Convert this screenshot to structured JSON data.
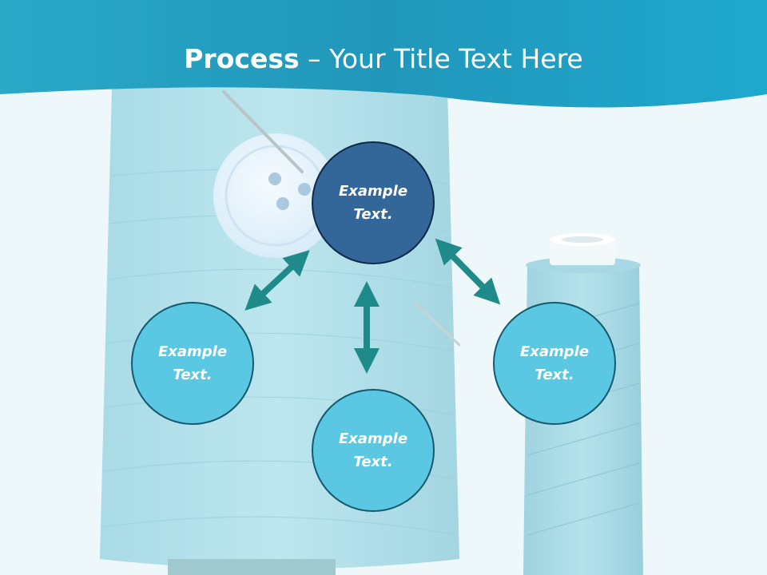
{
  "slide": {
    "title_bold": "Process",
    "title_rest": " – Your Title Text Here"
  },
  "nodes": [
    {
      "id": "top",
      "label": "Example Text.",
      "style": "dark"
    },
    {
      "id": "left",
      "label": "Example Text.",
      "style": "light"
    },
    {
      "id": "bottom",
      "label": "Example Text.",
      "style": "light"
    },
    {
      "id": "right",
      "label": "Example Text.",
      "style": "light"
    }
  ],
  "colors": {
    "header": "#1fa9cc",
    "node_light": "#5bc8e3",
    "node_dark": "#336699",
    "arrow": "#1f8a8a",
    "background": "#eef8fb"
  }
}
